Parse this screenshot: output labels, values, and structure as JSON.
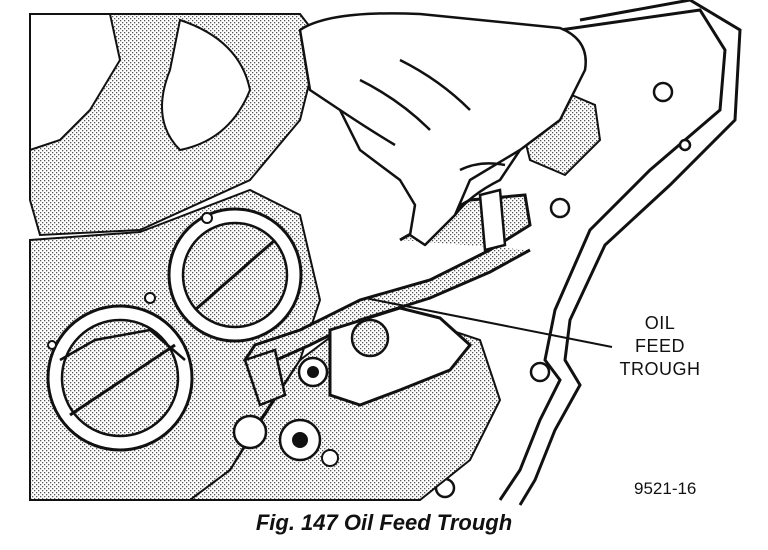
{
  "callout": {
    "line1": "OIL",
    "line2": "FEED",
    "line3": "TROUGH"
  },
  "figure_number": "9521-16",
  "caption": "Fig. 147 Oil Feed Trough",
  "colors": {
    "ink": "#111111",
    "shade": "#9a9a9a",
    "paper": "#ffffff"
  }
}
